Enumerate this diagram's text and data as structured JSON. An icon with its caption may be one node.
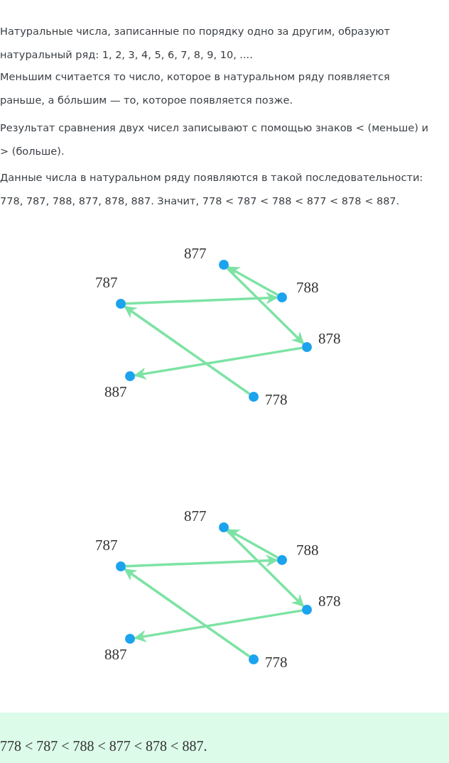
{
  "diagram": {
    "nodes": [
      {
        "text": [],
        "shape": "circle",
        "beside": [
          "877"
        ]
      },
      {
        "text": [],
        "shape": "circle",
        "beside": [
          "787"
        ]
      },
      {
        "text": [],
        "shape": "circle",
        "beside": [
          "788"
        ]
      },
      {
        "text": [],
        "shape": "circle",
        "beside": [
          "878"
        ]
      },
      {
        "text": [],
        "shape": "circle",
        "beside": [
          "887"
        ]
      },
      {
        "text": [],
        "shape": "circle",
        "beside": [
          "778"
        ]
      },
      {
        "text": [],
        "shape": "circle",
        "beside": [
          "877"
        ]
      },
      {
        "text": [],
        "shape": "circle",
        "beside": [
          "787"
        ]
      },
      {
        "text": [],
        "shape": "circle",
        "beside": [
          "788"
        ]
      },
      {
        "text": [],
        "shape": "circle",
        "beside": [
          "878"
        ]
      },
      {
        "text": [],
        "shape": "circle",
        "beside": [
          "887"
        ]
      },
      {
        "text": [],
        "shape": "circle",
        "beside": [
          "778"
        ]
      }
    ],
    "edges": [
      {
        "from": 5,
        "to": 1,
        "arrow": "to"
      },
      {
        "from": 1,
        "to": 2,
        "arrow": "to"
      },
      {
        "from": 2,
        "to": 0,
        "arrow": "to"
      },
      {
        "from": 0,
        "to": 3,
        "arrow": "to"
      },
      {
        "from": 3,
        "to": 4,
        "arrow": "to"
      },
      {
        "from": 11,
        "to": 7,
        "arrow": "to"
      },
      {
        "from": 7,
        "to": 8,
        "arrow": "to"
      },
      {
        "from": 8,
        "to": 6,
        "arrow": "to"
      },
      {
        "from": 6,
        "to": 9,
        "arrow": "to"
      },
      {
        "from": 9,
        "to": 10,
        "arrow": "to"
      }
    ],
    "labels": [
      "Натуральные числа, записанные по порядку одно за другим, образуют натуральный ряд: 1, 2, 3, 4, 5, 6, 7, 8, 9, 10, ....",
      "Меньшим считается то число, которое в натуральном ряду появляется раньше, а бóльшим — то, которое появляется позже.",
      "Результат сравнения двух чисел записывают с помощью знаков < (меньше) и > (больше).",
      "Данные числа в натуральном ряду появляются в такой последовательности: 778, 787, 788, 877, 878, 887. Значит, 778 < 787 < 788 < 877 < 878 < 887.",
      "778 < 787 < 788 < 877 < 878 < 887."
    ]
  }
}
